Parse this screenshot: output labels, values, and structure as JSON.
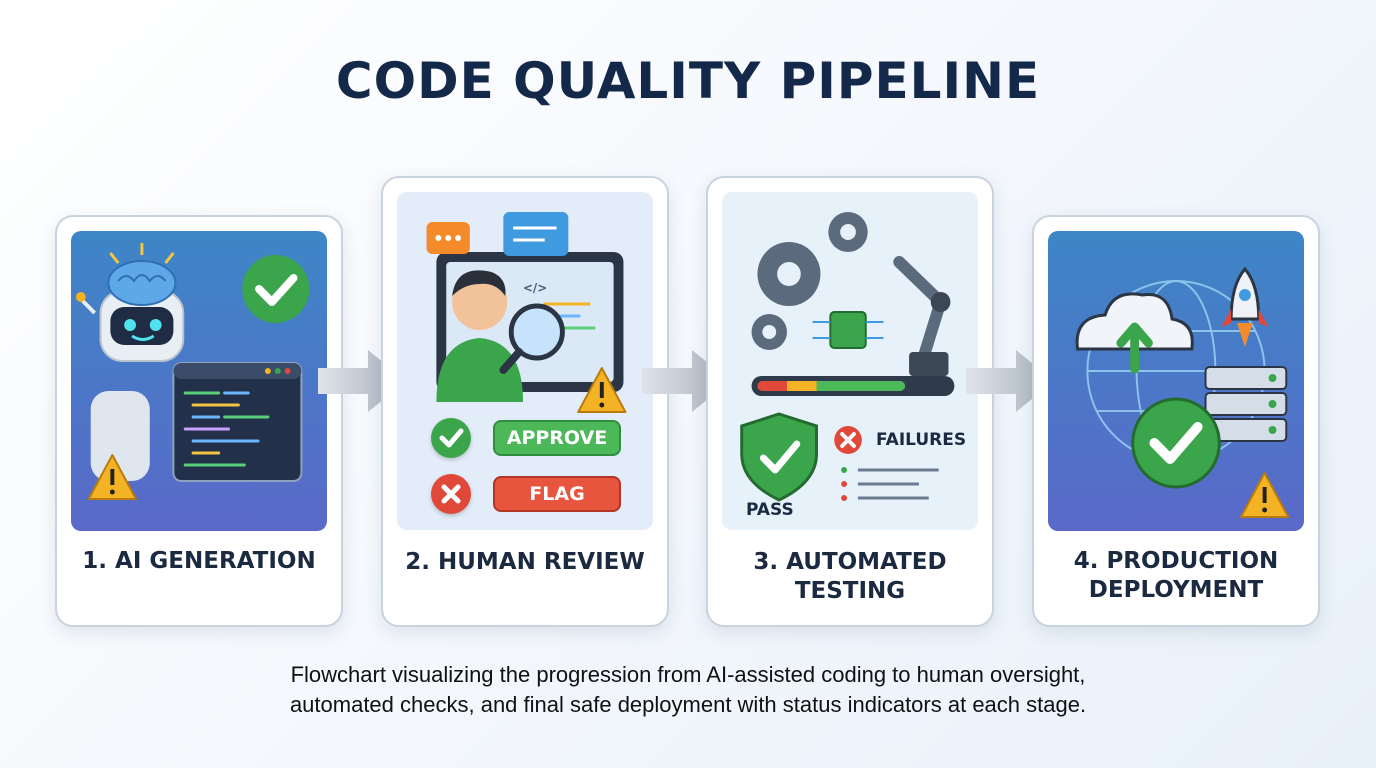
{
  "title": "CODE QUALITY PIPELINE",
  "stages": [
    {
      "label": "1. AI GENERATION"
    },
    {
      "label": "2. HUMAN REVIEW",
      "approve_label": "APPROVE",
      "flag_label": "FLAG"
    },
    {
      "label_line1": "3. AUTOMATED",
      "label_line2": "TESTING",
      "pass_label": "PASS",
      "failures_label": "FAILURES"
    },
    {
      "label_line1": "4. PRODUCTION",
      "label_line2": "DEPLOYMENT"
    }
  ],
  "caption": {
    "line1": "Flowchart visualizing the progression from AI-assisted coding to human oversight,",
    "line2": "automated checks, and final safe deployment with status indicators at each stage."
  },
  "colors": {
    "title": "#14284a",
    "approve": "#3aa54a",
    "flag": "#e0483a",
    "warning": "#f4b324",
    "arrow": "#aab2bc"
  }
}
